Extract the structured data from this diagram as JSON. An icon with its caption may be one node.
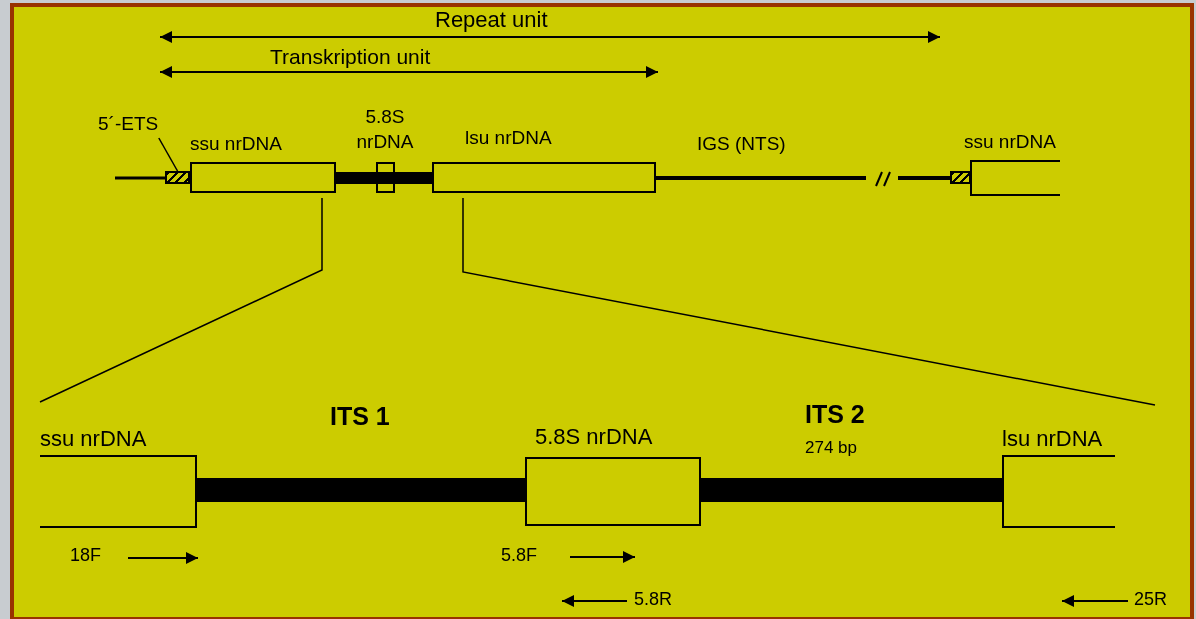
{
  "diagram": {
    "nodes": [
      {
        "text": [
          "5´-ETS"
        ]
      },
      {
        "text": [],
        "shape": "box"
      },
      {
        "text": [
          "ssu nrDNA"
        ]
      },
      {
        "text": [],
        "shape": "bar"
      },
      {
        "text": [
          "5.8S nrDNA"
        ]
      },
      {
        "text": [
          "lsu nrDNA"
        ]
      },
      {
        "text": [],
        "shape": "box"
      },
      {
        "text": [
          "ssu nrDNA"
        ]
      },
      {
        "text": [
          "ssu nrDNA"
        ]
      },
      {
        "text": [
          "ITS 1"
        ]
      },
      {
        "text": [
          "5.8S nrDNA"
        ]
      },
      {
        "text": [
          "ITS 2",
          "274 bp"
        ]
      },
      {
        "text": [
          "lsu nrDNA"
        ]
      }
    ],
    "edges": [
      {
        "from": 0,
        "to": 1,
        "arrow": "none"
      }
    ],
    "labels": [
      "Repeat unit",
      "Transkription unit",
      "IGS (NTS)",
      "18F",
      "5.8F",
      "5.8R",
      "25R"
    ]
  }
}
